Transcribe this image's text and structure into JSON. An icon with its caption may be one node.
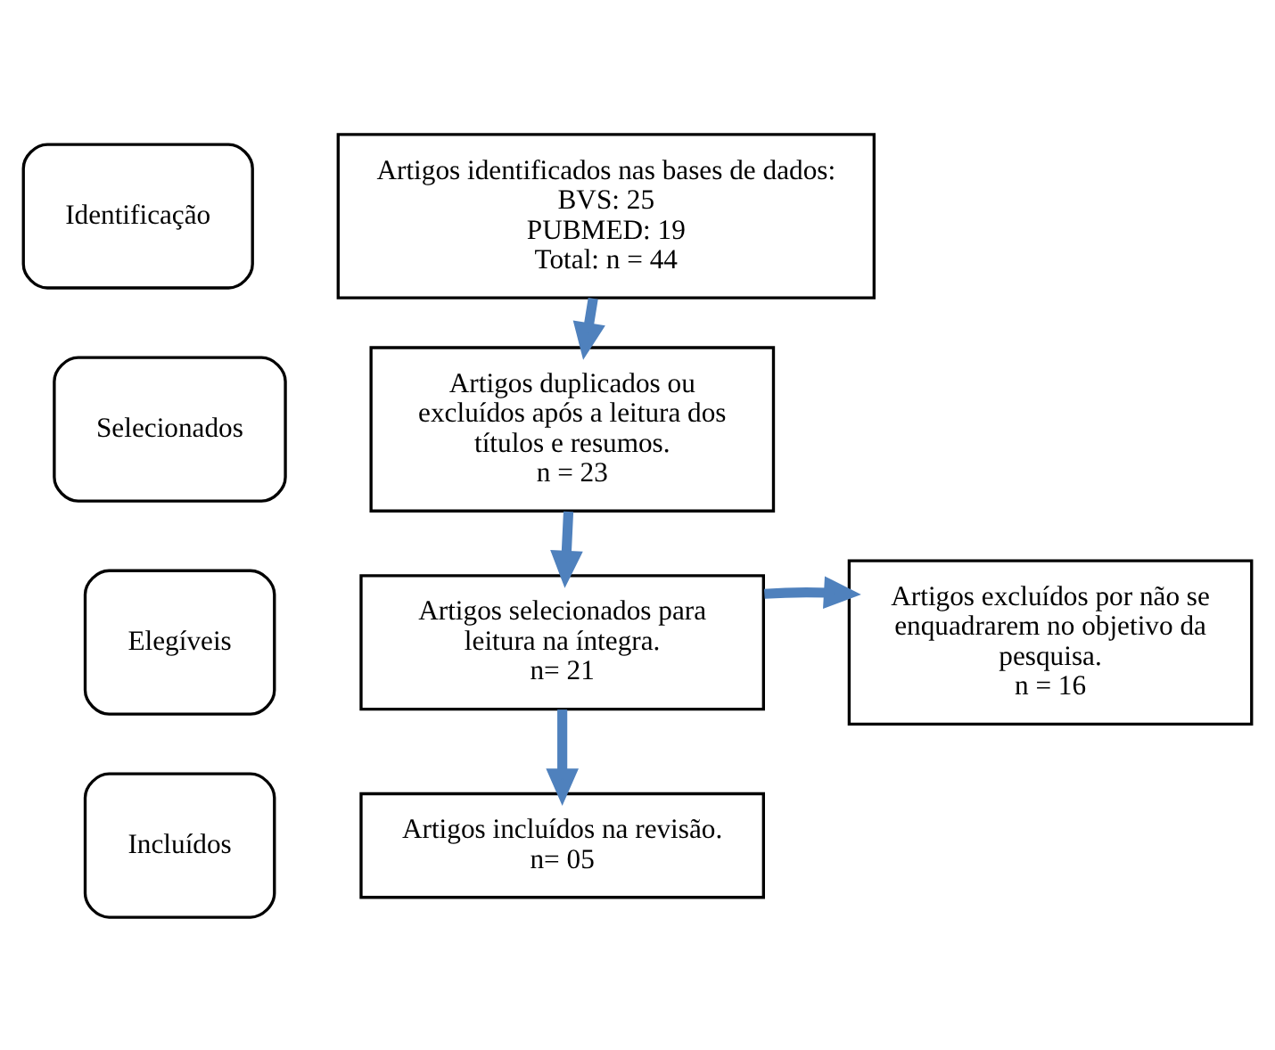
{
  "diagram": {
    "nodes": [
      {
        "text": [
          "Identificação"
        ]
      },
      {
        "text": [
          "Artigos identificados nas bases de dados: BVS: 25 PUBMED: 19 Total: n = 44"
        ]
      },
      {
        "text": [
          "Selecionados"
        ]
      },
      {
        "text": [
          "Artigos duplicados ou excluídos após a leitura dos títulos e resumos. n = 23"
        ]
      },
      {
        "text": [
          "Artigos excluídos por não se enquadrarem no objetivo da pesquisa. n = 16"
        ]
      },
      {
        "text": [
          "Elegíveis"
        ]
      },
      {
        "text": [
          "Artigos selecionados para leitura na íntegra. n= 21"
        ]
      },
      {
        "text": [
          "Incluídos"
        ]
      },
      {
        "text": [
          "Artigos incluídos na revisão. n= 05"
        ]
      }
    ],
    "edges": [
      {
        "from": 1,
        "to": 3,
        "arrow": "to"
      },
      {
        "from": 3,
        "to": 6,
        "arrow": "to"
      },
      {
        "from": 6,
        "to": 4,
        "arrow": "to"
      },
      {
        "from": 6,
        "to": 8,
        "arrow": "to"
      }
    ]
  }
}
